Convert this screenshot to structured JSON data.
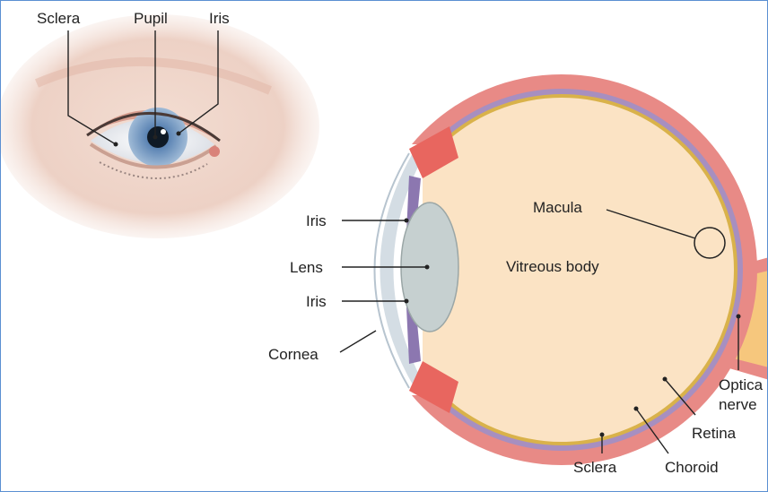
{
  "external_eye": {
    "labels": {
      "sclera": "Sclera",
      "pupil": "Pupil",
      "iris": "Iris"
    }
  },
  "cross_section": {
    "labels": {
      "iris_top": "Iris",
      "lens": "Lens",
      "iris_bottom": "Iris",
      "cornea": "Cornea",
      "macula": "Macula",
      "vitreous_body": "Vitreous body",
      "optical_nerve_line1": "Optica",
      "optical_nerve_line2": "nerve",
      "retina": "Retina",
      "sclera": "Sclera",
      "choroid": "Choroid"
    }
  },
  "colors": {
    "sclera_outer": "#e88a86",
    "choroid": "#a78fc0",
    "retina": "#d9b24a",
    "vitreous": "#fbe3c4",
    "lens": "#c6d0d0",
    "cornea": "#d4dde4",
    "iris_blue": "#5e86b5",
    "skin": "#f0d6cb",
    "optic_nerve": "#f6c77d",
    "frame_border": "#5b8fd2"
  }
}
